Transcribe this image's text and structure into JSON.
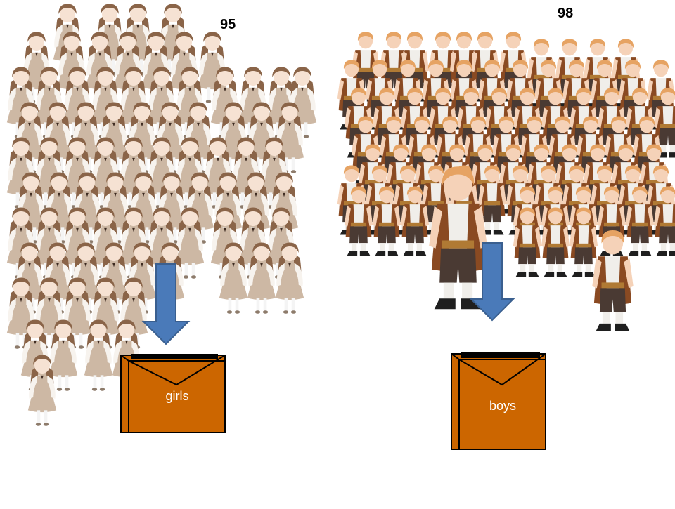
{
  "groups": [
    {
      "key": "girls",
      "count": "95",
      "box_label": "girls",
      "figure": "girl-figure",
      "colors": {
        "hair": "#8a6448",
        "dress": "#cdb8a4",
        "skin": "#f6e2d3",
        "sleeve": "#f7f3ee",
        "sock": "#f4f4f4",
        "shoe": "#8d7b6b"
      }
    },
    {
      "key": "boys",
      "count": "98",
      "box_label": "boys",
      "figure": "boy-figure",
      "colors": {
        "hair": "#e6a363",
        "vest": "#8a4a22",
        "shirt": "#f0eeea",
        "pants": "#4a3a33",
        "skin": "#f5d2b8",
        "belt": "#b07a34",
        "boot": "#1f1f1f"
      }
    }
  ],
  "arrow": {
    "color": "#4a7ab9",
    "icon": "arrow-down-icon"
  },
  "box": {
    "color": "#cc6600",
    "icon": "open-box-icon"
  }
}
